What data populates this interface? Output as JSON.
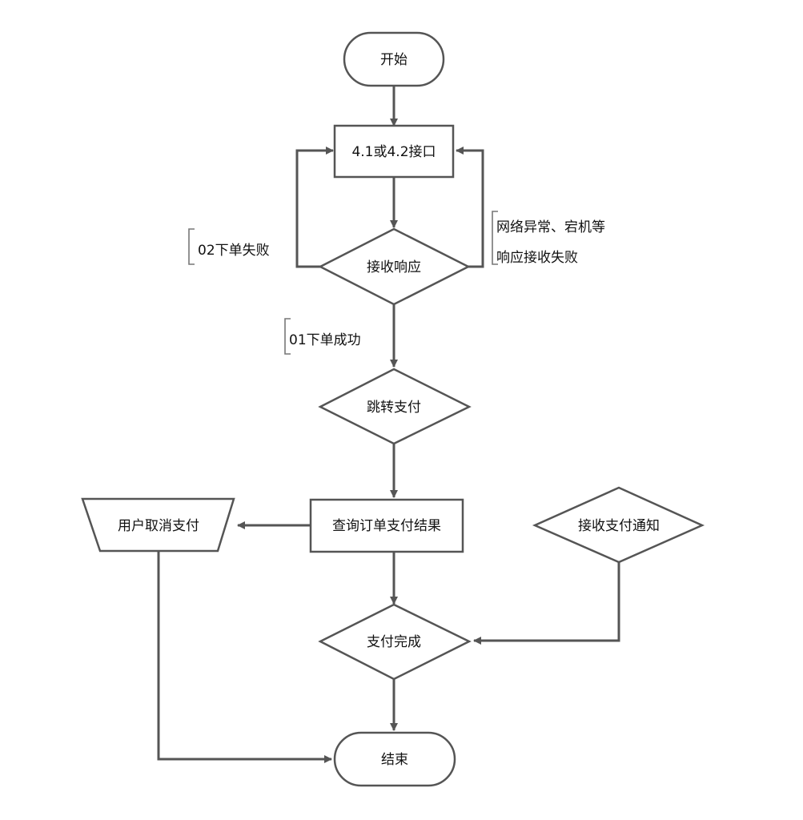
{
  "nodes": {
    "start": "开始",
    "interface": "4.1或4.2接口",
    "receive_response": "接收响应",
    "jump_pay": "跳转支付",
    "query_result": "查询订单支付结果",
    "user_cancel": "用户取消支付",
    "receive_notify": "接收支付通知",
    "pay_complete": "支付完成",
    "end": "结束"
  },
  "edge_labels": {
    "fail_02": "02下单失败",
    "error_line1": "网络异常、宕机等",
    "error_line2": "响应接收失败",
    "success_01": "01下单成功"
  },
  "colors": {
    "stroke": "#555555",
    "background": "#ffffff",
    "text": "#111111"
  }
}
